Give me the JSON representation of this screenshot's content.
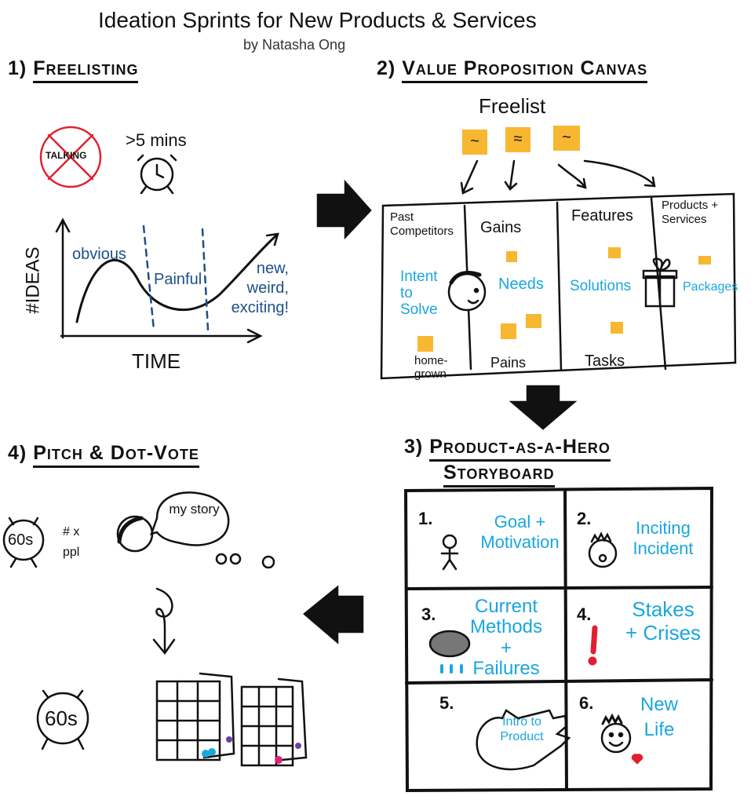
{
  "title": "Ideation Sprints for New Products & Services",
  "author": "by Natasha Ong",
  "colors": {
    "sticky": "#f7b731",
    "blue": "#1aa6e0",
    "dark_blue": "#1d4f8a",
    "red": "#e02030"
  },
  "section1": {
    "number": "1",
    "heading": "Freelisting",
    "no_talking": "TALKING",
    "duration": ">5 mins",
    "chart": {
      "y_label": "#IDEAS",
      "x_label": "TIME",
      "phases": [
        "obvious",
        "Painful",
        "new, weird, exciting!"
      ]
    }
  },
  "section2": {
    "number": "2",
    "heading": "Value Proposition Canvas",
    "freelist_label": "Freelist",
    "stickies": [
      "~",
      "≈",
      "~"
    ],
    "columns": [
      {
        "header": "Past Competitors",
        "body": "Intent to Solve",
        "footer": "home-grown"
      },
      {
        "header": "Gains",
        "body": "Needs",
        "footer": "Pains"
      },
      {
        "header": "Features",
        "body": "Solutions",
        "footer": "Tasks"
      },
      {
        "header": "Products + Services",
        "body": "Packages",
        "footer": ""
      }
    ]
  },
  "section3": {
    "number": "3",
    "heading_line1": "Product-as-a-Hero",
    "heading_line2": "Storyboard",
    "cells": [
      {
        "num": "1.",
        "text": "Goal + Motivation"
      },
      {
        "num": "2.",
        "text": "Inciting Incident"
      },
      {
        "num": "3.",
        "text": "Current Methods + Failures"
      },
      {
        "num": "4.",
        "text": "Stakes + Crises"
      },
      {
        "num": "5.",
        "text": "Intro to Product"
      },
      {
        "num": "6.",
        "text": "New Life"
      }
    ]
  },
  "section4": {
    "number": "4",
    "heading": "Pitch & Dot-Vote",
    "timer": "60s",
    "multiplier": "# x ppl",
    "speech": "my story",
    "timer2": "60s"
  }
}
